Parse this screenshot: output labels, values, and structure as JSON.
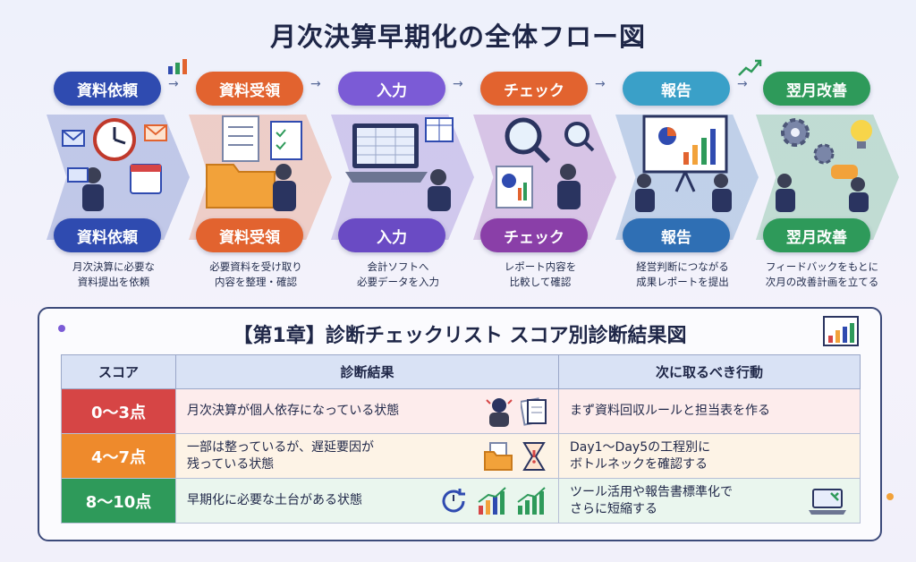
{
  "title": "月次決算早期化の全体フロー図",
  "steps": [
    {
      "label": "資料依頼",
      "label_bottom": "資料依頼",
      "desc": "月次決算に必要な\n資料提出を依頼",
      "color": "#2f4bb0",
      "icon": "clock-mail-calendar-icon"
    },
    {
      "label": "資料受領",
      "label_bottom": "資料受領",
      "desc": "必要資料を受け取り\n内容を整理・確認",
      "color": "#e2632f",
      "icon": "folder-documents-icon"
    },
    {
      "label": "入力",
      "label_bottom": "入力",
      "desc": "会計ソフトへ\n必要データを入力",
      "color": "#6a4bc4",
      "icon": "laptop-spreadsheet-icon"
    },
    {
      "label": "チェック",
      "label_bottom": "チェック",
      "desc": "レポート内容を\n比較して確認",
      "color": "#8a3fa8",
      "icon": "magnifier-report-icon"
    },
    {
      "label": "報告",
      "label_bottom": "報告",
      "desc": "経営判断につながる\n成果レポートを提出",
      "color": "#2f6fb4",
      "icon": "presentation-board-icon"
    },
    {
      "label": "翌月改善",
      "label_bottom": "翌月改善",
      "desc": "フィードバックをもとに\n次月の改善計画を立てる",
      "color": "#2e9a5a",
      "icon": "gears-lightbulb-icon"
    }
  ],
  "panel": {
    "title": "【第1章】診断チェックリスト スコア別診断結果図",
    "headers": [
      "スコア",
      "診断結果",
      "次に取るべき行動"
    ],
    "rows": [
      {
        "score": "0〜3点",
        "result": "月次決算が個人依存になっている状態",
        "action": "まず資料回収ルールと担当表を作る",
        "score_color": "#d64545",
        "bg": "#fdecec",
        "icons": [
          "stressed-person-icon",
          "documents-icon"
        ]
      },
      {
        "score": "4〜7点",
        "result": "一部は整っているが、遅延要因が\n残っている状態",
        "action": "Day1〜Day5の工程別に\nボトルネックを確認する",
        "score_color": "#ee8a2c",
        "bg": "#fdf3e6",
        "icons": [
          "folder-icon",
          "hourglass-warning-icon"
        ]
      },
      {
        "score": "8〜10点",
        "result": "早期化に必要な土台がある状態",
        "action": "ツール活用や報告書標準化で\nさらに短縮する",
        "score_color": "#2e9a5a",
        "bg": "#eaf6ee",
        "icons": [
          "cycle-arrows-icon",
          "growth-chart-icon"
        ]
      }
    ]
  }
}
